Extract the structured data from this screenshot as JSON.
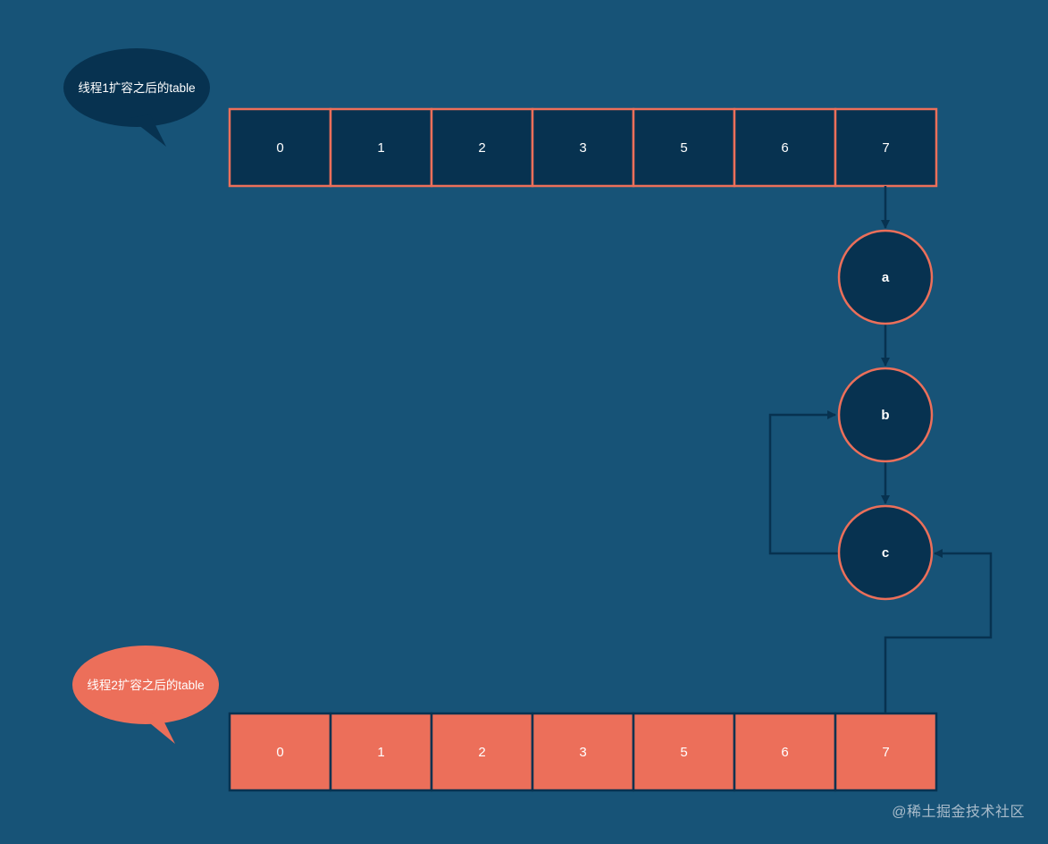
{
  "bubbles": {
    "thread1": {
      "label": "线程1扩容之后的table",
      "color": "#073250"
    },
    "thread2": {
      "label": "线程2扩容之后的table",
      "color": "#EC6F5A"
    }
  },
  "table1": {
    "cells": [
      "0",
      "1",
      "2",
      "3",
      "5",
      "6",
      "7"
    ],
    "fill": "#073250",
    "border": "#EC6F5A"
  },
  "table2": {
    "cells": [
      "0",
      "1",
      "2",
      "3",
      "5",
      "6",
      "7"
    ],
    "fill": "#EC6F5A",
    "border": "#073250"
  },
  "nodes": {
    "a": "a",
    "b": "b",
    "c": "c",
    "fill": "#073250",
    "border": "#EC6F5A"
  },
  "colors": {
    "background": "#175377",
    "arrow": "#073250"
  },
  "watermark": "@稀土掘金技术社区"
}
